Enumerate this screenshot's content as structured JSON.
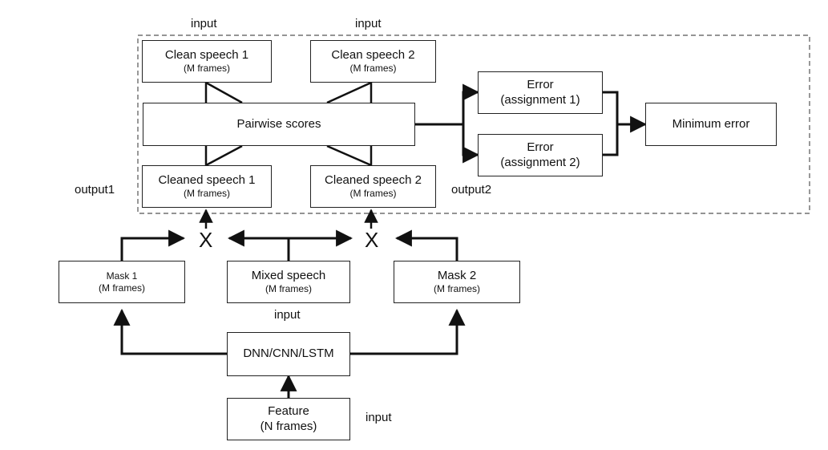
{
  "region_label": "",
  "boxes": {
    "clean1": {
      "title": "Clean speech 1",
      "sub": "(M frames)"
    },
    "clean2": {
      "title": "Clean speech 2",
      "sub": "(M frames)"
    },
    "pairwise": {
      "title": "Pairwise scores"
    },
    "cleaned1": {
      "title": "Cleaned speech 1",
      "sub": "(M frames)"
    },
    "cleaned2": {
      "title": "Cleaned speech 2",
      "sub": "(M frames)"
    },
    "error1": {
      "title": "Error",
      "sub": "(assignment 1)"
    },
    "error2": {
      "title": "Error",
      "sub": "(assignment 2)"
    },
    "minerr": {
      "title": "Minimum error"
    },
    "mask1": {
      "title": "Mask 1",
      "sub": "(M frames)"
    },
    "mixed": {
      "title": "Mixed speech",
      "sub": "(M frames)"
    },
    "mask2": {
      "title": "Mask 2",
      "sub": "(M frames)"
    },
    "dnn": {
      "title": "DNN/CNN/LSTM"
    },
    "feature": {
      "title": "Feature",
      "sub": "(N frames)"
    }
  },
  "labels": {
    "input_top1": "input",
    "input_top2": "input",
    "output1": "output1",
    "output2": "output2",
    "input_mixed": "input",
    "input_feature": "input"
  },
  "multiply_symbol": "X"
}
